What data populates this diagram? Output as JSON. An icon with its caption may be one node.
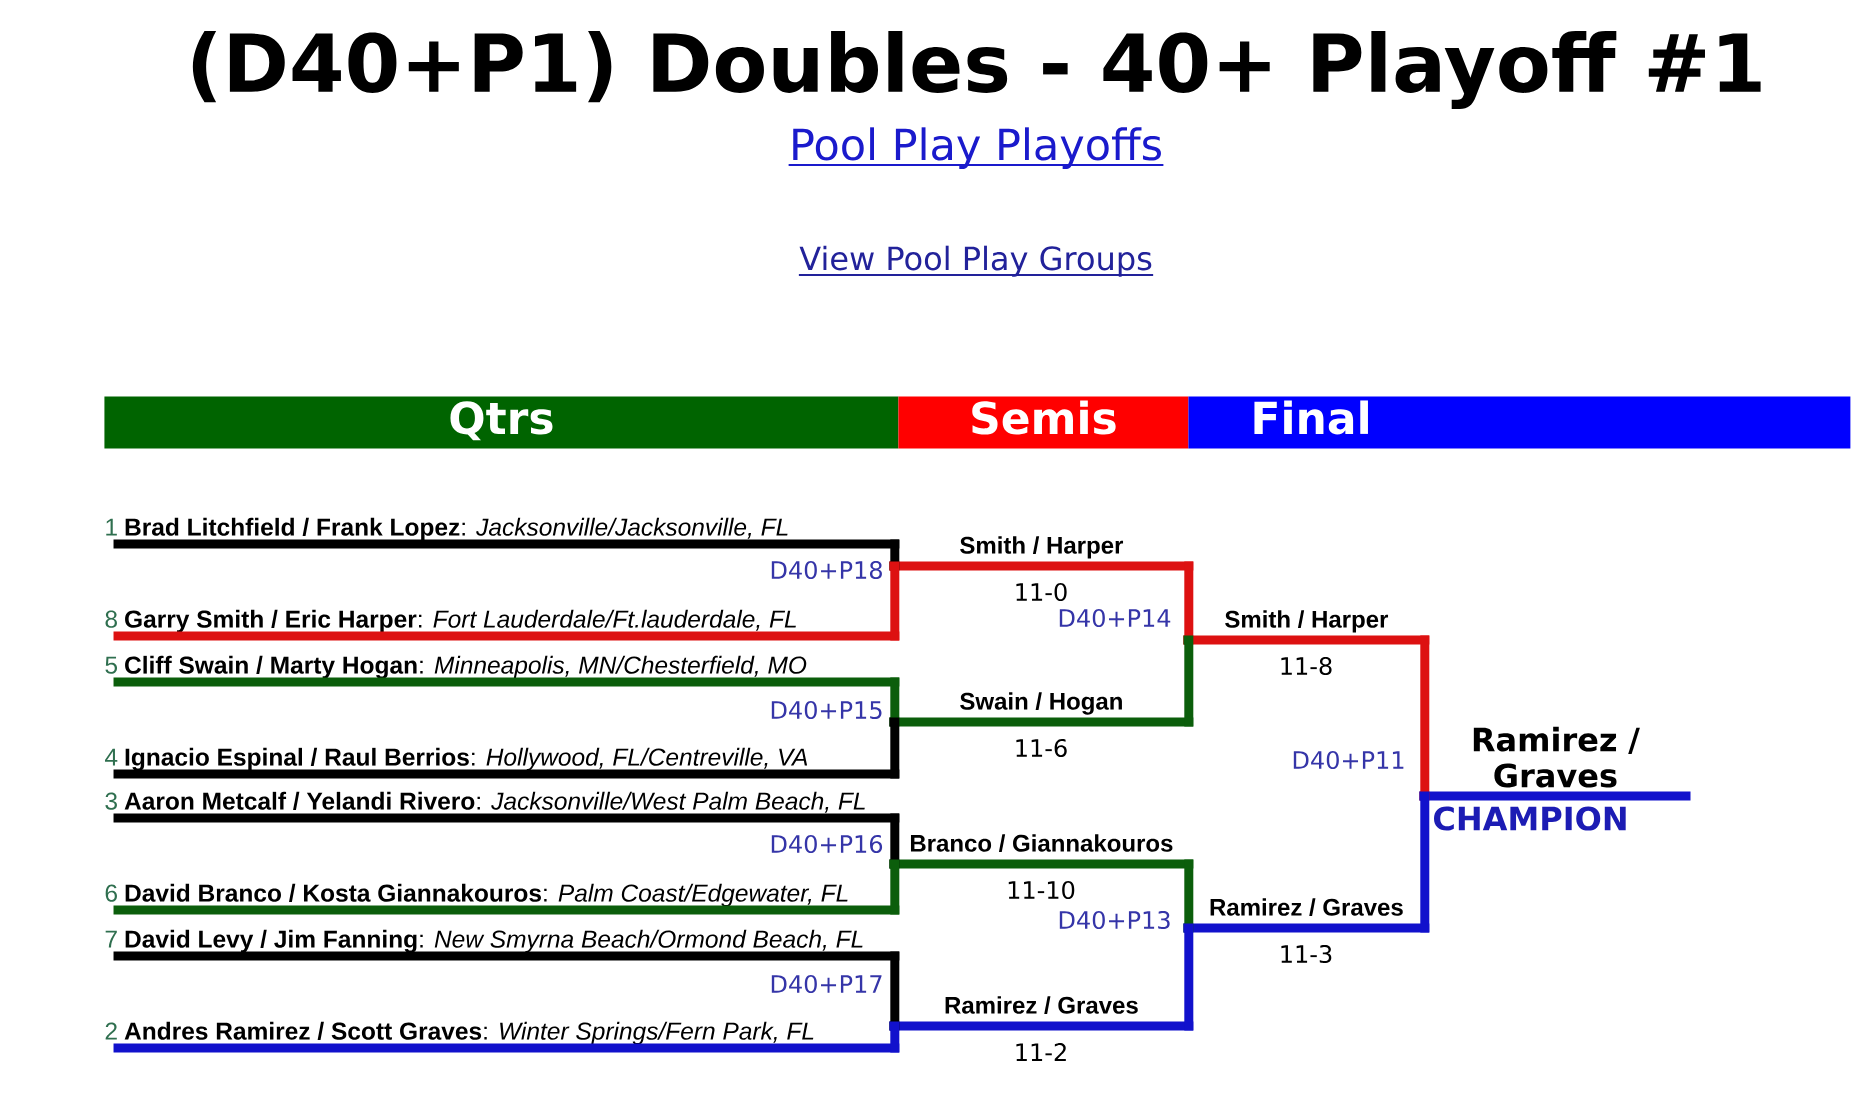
{
  "diagram": {
    "title": "(D40+P1) Doubles - 40+ Playoff #1",
    "nodes": [
      {
        "text": [
          "Qtrs"
        ]
      },
      {
        "text": [
          "Semis"
        ]
      },
      {
        "text": [
          "Final"
        ]
      },
      {
        "text": [
          "1",
          "**Brad Litchfield / Frank Lopez**: *Jacksonville/Jacksonville, FL*"
        ]
      },
      {
        "text": [
          "8",
          "**Garry Smith / Eric Harper**: *Fort Lauderdale/Ft.lauderdale, FL*"
        ]
      },
      {
        "text": [
          "5",
          "**Cliff Swain / Marty Hogan**: *Minneapolis, MN/Chesterfield, MO*"
        ]
      },
      {
        "text": [
          "4",
          "**Ignacio Espinal / Raul Berrios**: *Hollywood, FL/Centreville, VA*"
        ]
      },
      {
        "text": [
          "3",
          "**Aaron Metcalf / Yelandi Rivero**: *Jacksonville/West Palm Beach, FL*"
        ]
      },
      {
        "text": [
          "6",
          "**David Branco / Kosta Giannakouros**: *Palm Coast/Edgewater, FL*"
        ]
      },
      {
        "text": [
          "7",
          "**David Levy / Jim Fanning**: *New Smyrna Beach/Ormond Beach, FL*"
        ]
      },
      {
        "text": [
          "2",
          "**Andres Ramirez / Scott Graves**: *Winter Springs/Fern Park, FL*"
        ]
      },
      {
        "text": [
          "Smith / Harper"
        ],
        "beside": [
          "11-0"
        ]
      },
      {
        "text": [
          "Swain / Hogan"
        ],
        "beside": [
          "11-6"
        ]
      },
      {
        "text": [
          "Branco / Giannakouros"
        ],
        "beside": [
          "11-10"
        ]
      },
      {
        "text": [
          "Ramirez / Graves"
        ],
        "beside": [
          "11-2"
        ]
      },
      {
        "text": [
          "Smith / Harper"
        ],
        "beside": [
          "11-8"
        ]
      },
      {
        "text": [
          "Ramirez / Graves"
        ],
        "beside": [
          "11-3"
        ]
      },
      {
        "text": [
          "Ramirez / Graves",
          "CHAMPION"
        ]
      }
    ],
    "edges": [
      {
        "from": 3,
        "to": 11,
        "arrow": "none"
      },
      {
        "from": 4,
        "to": 11,
        "arrow": "none",
        "color": "#dd1111"
      },
      {
        "from": 5,
        "to": 12,
        "arrow": "none",
        "color": "#0b5e0b"
      },
      {
        "from": 6,
        "to": 12,
        "arrow": "none"
      },
      {
        "from": 7,
        "to": 13,
        "arrow": "none"
      },
      {
        "from": 8,
        "to": 13,
        "arrow": "none",
        "color": "#0b5e0b"
      },
      {
        "from": 9,
        "to": 14,
        "arrow": "none"
      },
      {
        "from": 10,
        "to": 14,
        "arrow": "none",
        "color": "#1111cc"
      },
      {
        "from": 11,
        "to": 15,
        "arrow": "none",
        "color": "#dd1111"
      },
      {
        "from": 12,
        "to": 15,
        "arrow": "none",
        "color": "#0b5e0b"
      },
      {
        "from": 13,
        "to": 16,
        "arrow": "none",
        "color": "#0b5e0b"
      },
      {
        "from": 14,
        "to": 16,
        "arrow": "none",
        "color": "#1111cc"
      },
      {
        "from": 15,
        "to": 17,
        "arrow": "none",
        "color": "#dd1111"
      },
      {
        "from": 16,
        "to": 17,
        "arrow": "none",
        "color": "#1111cc"
      }
    ],
    "labels": [
      "Pool Play Playoffs",
      "View Pool Play Groups",
      "D40+P18",
      "D40+P14",
      "D40+P15",
      "D40+P11",
      "D40+P16",
      "D40+P13",
      "D40+P17"
    ]
  }
}
